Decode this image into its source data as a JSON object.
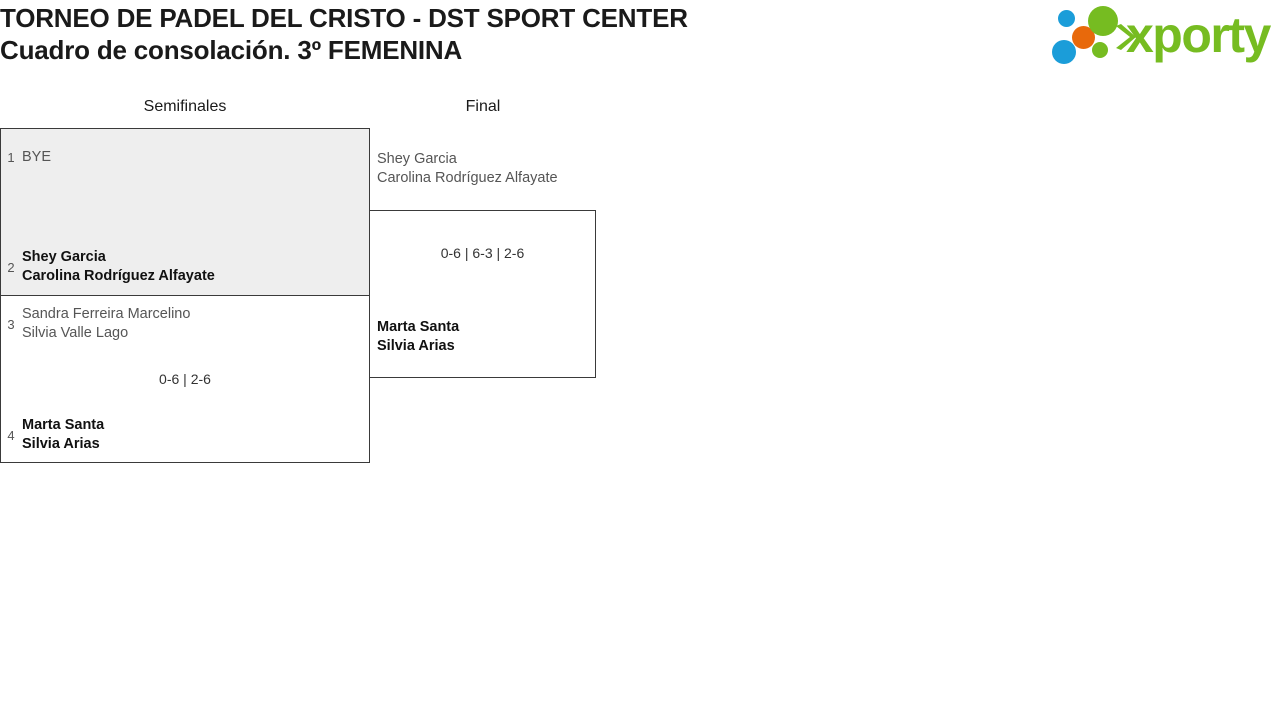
{
  "header": {
    "title_line1": "TORNEO DE PADEL DEL CRISTO - DST SPORT CENTER",
    "title_line2": "Cuadro de consolación. 3º FEMENINA"
  },
  "logo": {
    "wordmark": "xporty",
    "colors": {
      "green": "#76bc21",
      "blue": "#1b9dd9",
      "orange": "#e8690b"
    }
  },
  "rounds": [
    {
      "id": "semifinales",
      "label": "Semifinales"
    },
    {
      "id": "final",
      "label": "Final"
    }
  ],
  "bracket": {
    "semifinal_1": {
      "highlighted": true,
      "top": {
        "seed": "1",
        "line1": "BYE",
        "line2": "",
        "status": "bye"
      },
      "bottom": {
        "seed": "2",
        "line1": "Shey Garcia",
        "line2": "Carolina Rodríguez Alfayate",
        "status": "winner"
      },
      "score": ""
    },
    "semifinal_2": {
      "highlighted": false,
      "top": {
        "seed": "3",
        "line1": "Sandra Ferreira Marcelino",
        "line2": "Silvia Valle Lago",
        "status": "loser"
      },
      "bottom": {
        "seed": "4",
        "line1": "Marta Santa",
        "line2": "Silvia Arias",
        "status": "winner"
      },
      "score": "0-6 | 2-6"
    },
    "final": {
      "top": {
        "seed": "",
        "line1": "Shey Garcia",
        "line2": "Carolina Rodríguez Alfayate",
        "status": "loser"
      },
      "bottom": {
        "seed": "",
        "line1": "Marta Santa",
        "line2": "Silvia Arias",
        "status": "winner"
      },
      "score": "0-6 | 6-3 | 2-6"
    }
  }
}
